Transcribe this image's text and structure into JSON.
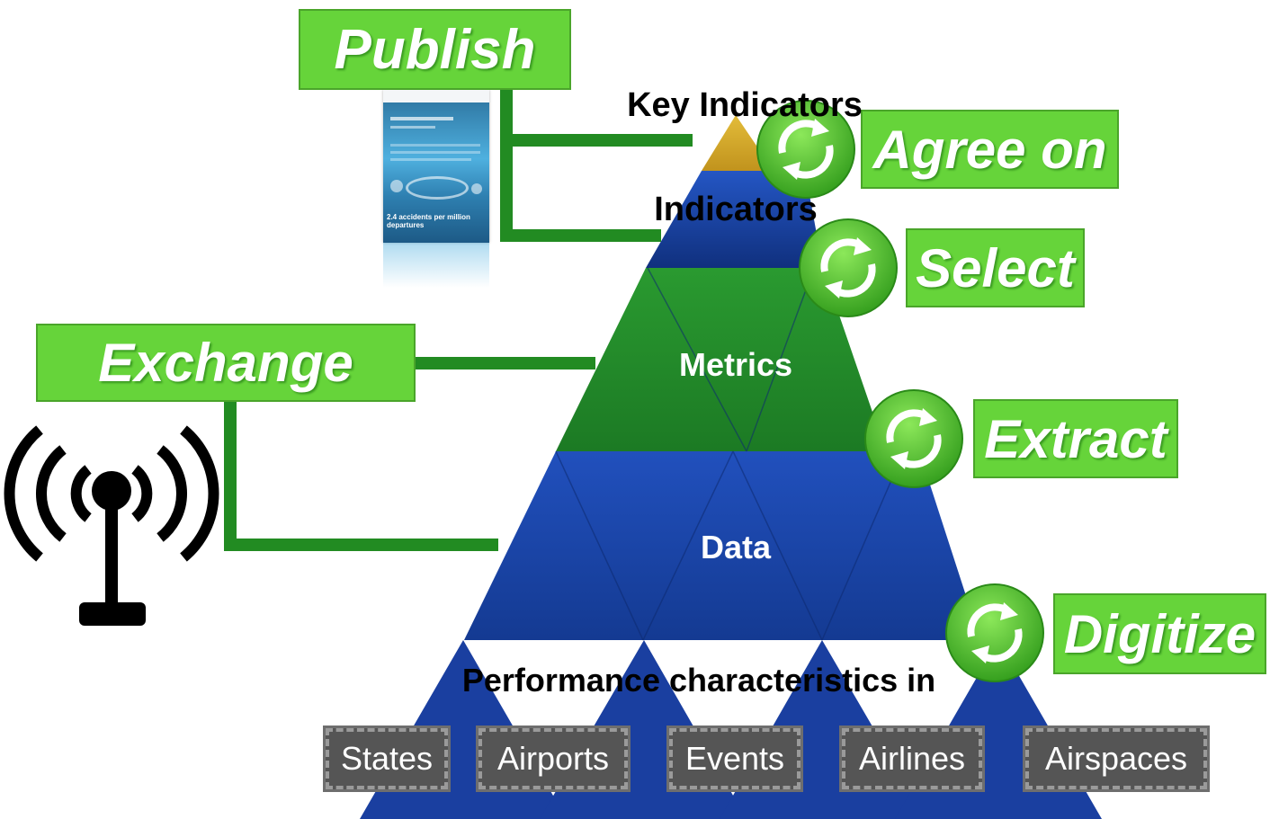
{
  "steps": {
    "publish": "Publish",
    "agree_on": "Agree on",
    "select": "Select",
    "exchange": "Exchange",
    "extract": "Extract",
    "digitize": "Digitize"
  },
  "pyramid": {
    "key_indicators": "Key Indicators",
    "indicators": "Indicators",
    "metrics": "Metrics",
    "data": "Data",
    "performance": "Performance characteristics in"
  },
  "entities": [
    "States",
    "Airports",
    "Events",
    "Airlines",
    "Airspaces"
  ],
  "report": {
    "headline": "2.4 accidents per million departures"
  },
  "colors": {
    "step_green": "#66d43a",
    "connector_green": "#228b22",
    "key_indicators_gold": "#d4a82a",
    "indicators_blue": "#1f4db0",
    "metrics_green": "#23862a",
    "data_blue": "#1c47a8",
    "entity_gray": "#555555"
  },
  "icons": {
    "cycle": "refresh-cycle-icon",
    "antenna": "broadcast-antenna-icon",
    "report": "report-document-icon"
  }
}
